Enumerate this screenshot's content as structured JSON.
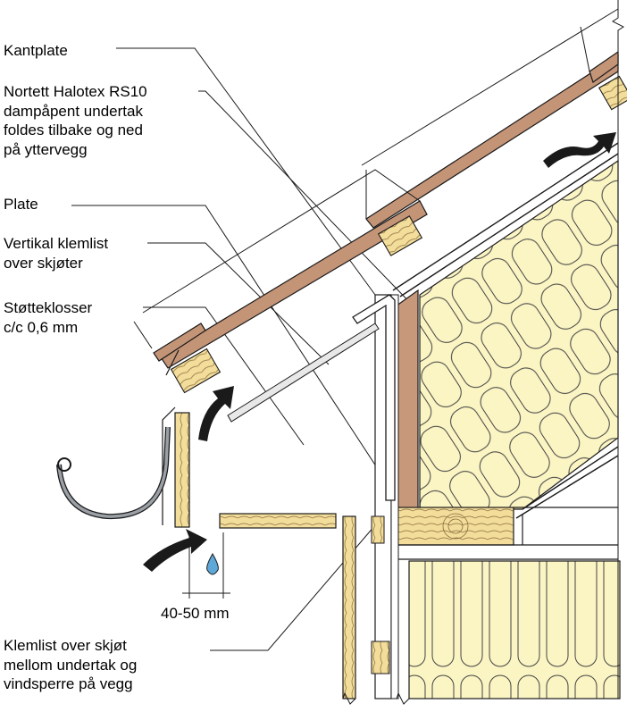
{
  "diagram": {
    "labels": {
      "kantplate": "Kantplate",
      "undertak": "Nortett Halotex RS10\ndampåpent undertak\nfoldes tilbake og ned\npå yttervegg",
      "plate": "Plate",
      "klemlist": "Vertikal klemlist\nover skjøter",
      "stotteklosser": "Støtteklosser\nc/c 0,6 mm",
      "klemlist_skjot": "Klemlist over skjøt\nmellom undertak og\nvindsperre på vegg"
    },
    "dimension": "40-50 mm",
    "colors": {
      "tile": "#c49477",
      "wood": "#f2dd9b",
      "insulation": "#fbf4c3",
      "board": "#c8987a",
      "water": "#5ea7d8",
      "line": "#1a1a1a"
    }
  }
}
